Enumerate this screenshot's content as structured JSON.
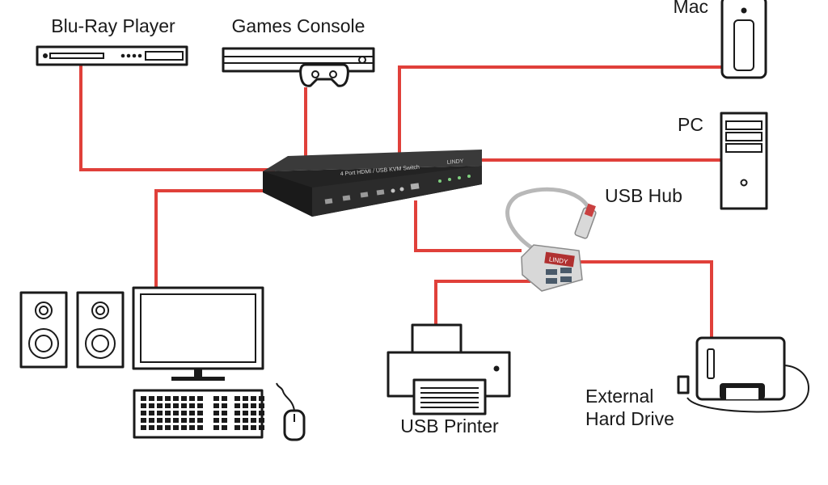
{
  "labels": {
    "bluray": "Blu-Ray Player",
    "console": "Games Console",
    "mac": "Mac",
    "pc": "PC",
    "usb_hub": "USB Hub",
    "usb_printer": "USB Printer",
    "hdd_line1": "External",
    "hdd_line2": "Hard Drive"
  },
  "switch_front_text": "4 Port HDMI / USB KVM Switch",
  "switch_brand": "LINDY",
  "hub_brand": "LINDY",
  "colors": {
    "cable": "#e0403a",
    "outline": "#1a1a1a",
    "switch_body": "#2b2b2b"
  }
}
